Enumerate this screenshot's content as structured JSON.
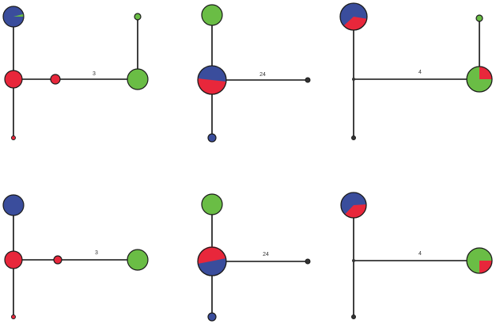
{
  "colors": {
    "blue": "#3a4d9c",
    "red": "#e8273b",
    "green": "#6abd45",
    "edge": "#111111",
    "outline": "#1a1a1a",
    "background": "#ffffff"
  },
  "networks": [
    {
      "id": "top-left",
      "edge_label": "3"
    },
    {
      "id": "top-middle",
      "edge_label": "24"
    },
    {
      "id": "top-right",
      "edge_label": "4"
    },
    {
      "id": "bottom-left",
      "edge_label": "3"
    },
    {
      "id": "bottom-middle",
      "edge_label": "24"
    },
    {
      "id": "bottom-right",
      "edge_label": "4"
    }
  ]
}
